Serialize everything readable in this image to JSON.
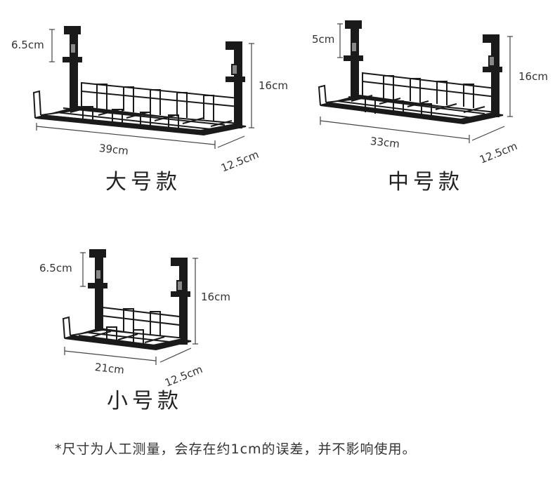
{
  "products": {
    "large": {
      "title": "大号款",
      "clamp_height": "6.5cm",
      "total_height": "16cm",
      "length": "39cm",
      "depth": "12.5cm"
    },
    "medium": {
      "title": "中号款",
      "clamp_height": "5cm",
      "total_height": "16cm",
      "length": "33cm",
      "depth": "12.5cm"
    },
    "small": {
      "title": "小号款",
      "clamp_height": "6.5cm",
      "total_height": "16cm",
      "length": "21cm",
      "depth": "12.5cm"
    }
  },
  "footnote": "*尺寸为人工测量，会存在约1cm的误差，并不影响使用。",
  "colors": {
    "rack": "#1a1a1a",
    "dimension_line": "#444444",
    "background": "#ffffff"
  }
}
